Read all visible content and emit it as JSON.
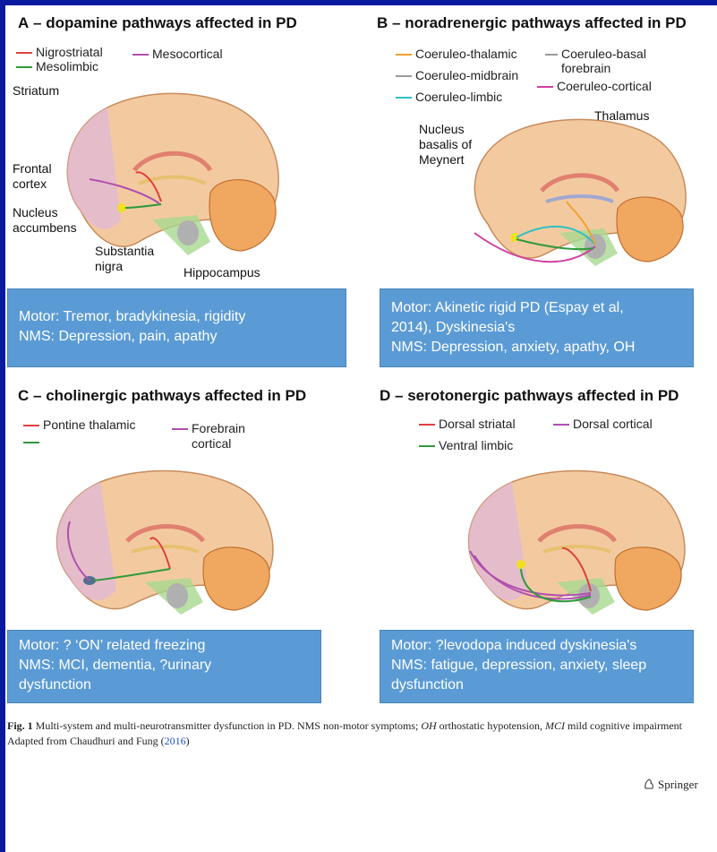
{
  "panels": {
    "A": {
      "letter": "A",
      "title": "– dopamine pathways affected in PD",
      "legend": [
        {
          "label": "Nigrostriatal",
          "color": "#e04040"
        },
        {
          "label": "Mesocortical",
          "color": "#b04fb0"
        },
        {
          "label": "Mesolimbic",
          "color": "#2e9a3a"
        }
      ],
      "labels": {
        "striatum": "Striatum",
        "frontal": "Frontal\ncortex",
        "nucleus": "Nucleus\naccumbens",
        "substantia": "Substantia\nnigra",
        "hippocampus": "Hippocampus"
      },
      "box": [
        "Motor: Tremor, bradykinesia, rigidity",
        "NMS: Depression, pain, apathy"
      ]
    },
    "B": {
      "letter": "B",
      "title": "– noradrenergic pathways affected in PD",
      "legend": [
        {
          "label": "Coeruleo-thalamic",
          "color": "#f0a030"
        },
        {
          "label": "Coeruleo-basal",
          "color": "#9a9a9a"
        },
        {
          "label": "forebrain",
          "color": ""
        },
        {
          "label": "Coeruleo-midbrain",
          "color": "#9a9a9a"
        },
        {
          "label": "Coeruleo-cortical",
          "color": "#d040a0"
        },
        {
          "label": "Coeruleo-limbic",
          "color": "#30c0c0"
        }
      ],
      "labels": {
        "thalamus": "Thalamus",
        "nucleus": "Nucleus\nbasalis of\nMeynert"
      },
      "box": [
        "Motor: Akinetic rigid PD (Espay et al,",
        "2014), Dyskinesia's",
        "NMS: Depression, anxiety, apathy, OH"
      ]
    },
    "C": {
      "letter": "C",
      "title": "– cholinergic pathways affected in PD",
      "legend": [
        {
          "label": "Pontine thalamic",
          "color": "#e04040"
        },
        {
          "label": "Forebrain",
          "color": "#b04fb0"
        },
        {
          "label": "cortical",
          "color": ""
        },
        {
          "label": "",
          "color": "#2e9a3a"
        }
      ],
      "box": [
        "Motor: ? ‘ON’ related freezing",
        "NMS: MCI, dementia, ?urinary",
        "dysfunction"
      ]
    },
    "D": {
      "letter": "D",
      "title": "– serotonergic pathways affected in PD",
      "legend": [
        {
          "label": "Dorsal striatal",
          "color": "#e04040"
        },
        {
          "label": "Dorsal cortical",
          "color": "#b04fb0"
        },
        {
          "label": "Ventral limbic",
          "color": "#2e9a3a"
        }
      ],
      "box": [
        "Motor: ?levodopa induced dyskinesia's",
        "NMS: fatigue, depression, anxiety, sleep",
        "dysfunction"
      ]
    }
  },
  "caption": {
    "fig": "Fig. 1",
    "text1": " Multi-system and multi-neurotransmitter dysfunction in PD. NMS non-motor symptoms; ",
    "oh": "OH",
    "text2": " orthostatic hypotension, ",
    "mci": "MCI",
    "text3": " mild cognitive impairment Adapted from Chaudhuri and Fung (",
    "year": "2016",
    "text4": ")"
  },
  "publisher": "Springer",
  "colors": {
    "frame": "#0a1a9e",
    "box": "#5b9bd5"
  }
}
